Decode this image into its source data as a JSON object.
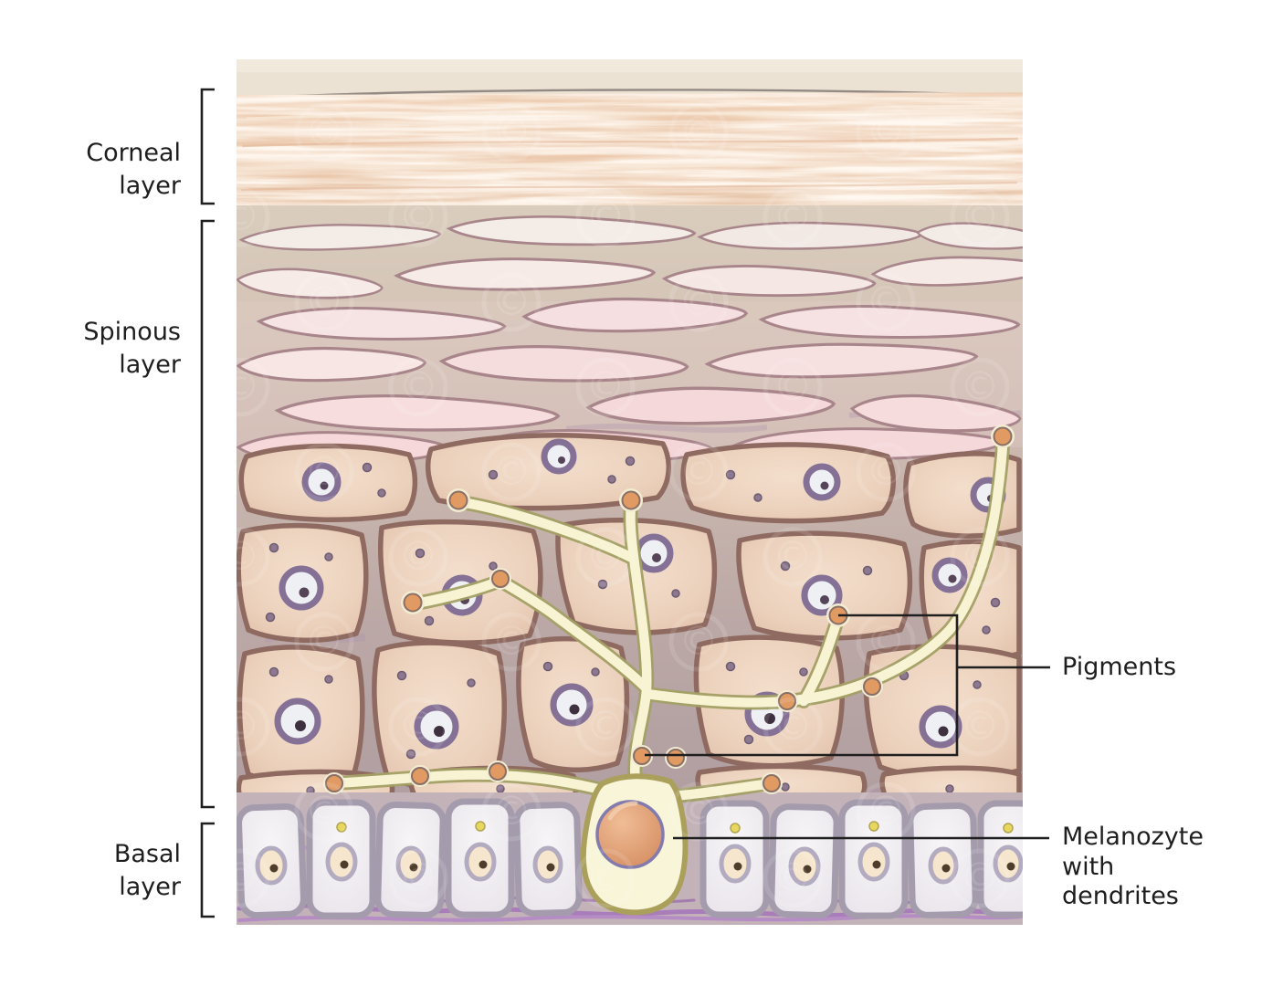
{
  "watermark": {
    "symbol": "©"
  },
  "annotations": {
    "corneal": {
      "lines": [
        "Corneal",
        "layer"
      ]
    },
    "spinous": {
      "lines": [
        "Spinous",
        "layer"
      ]
    },
    "basal": {
      "lines": [
        "Basal",
        "layer"
      ]
    },
    "pigments": {
      "label": "Pigments"
    },
    "melanozyte": {
      "lines": [
        "Melanozyte",
        "with",
        "dendrites"
      ]
    }
  },
  "colors": {
    "annotation_line": "#1f1f1f",
    "corneal_fill": "#ebc9ac",
    "dendrite_fill": "#f7f3d3",
    "dendrite_edge": "#a3a065",
    "pigment_granule": "#e09a62",
    "melanocyte_nucleus": "#d98f62",
    "dermis_fiber": "#a97dba"
  }
}
